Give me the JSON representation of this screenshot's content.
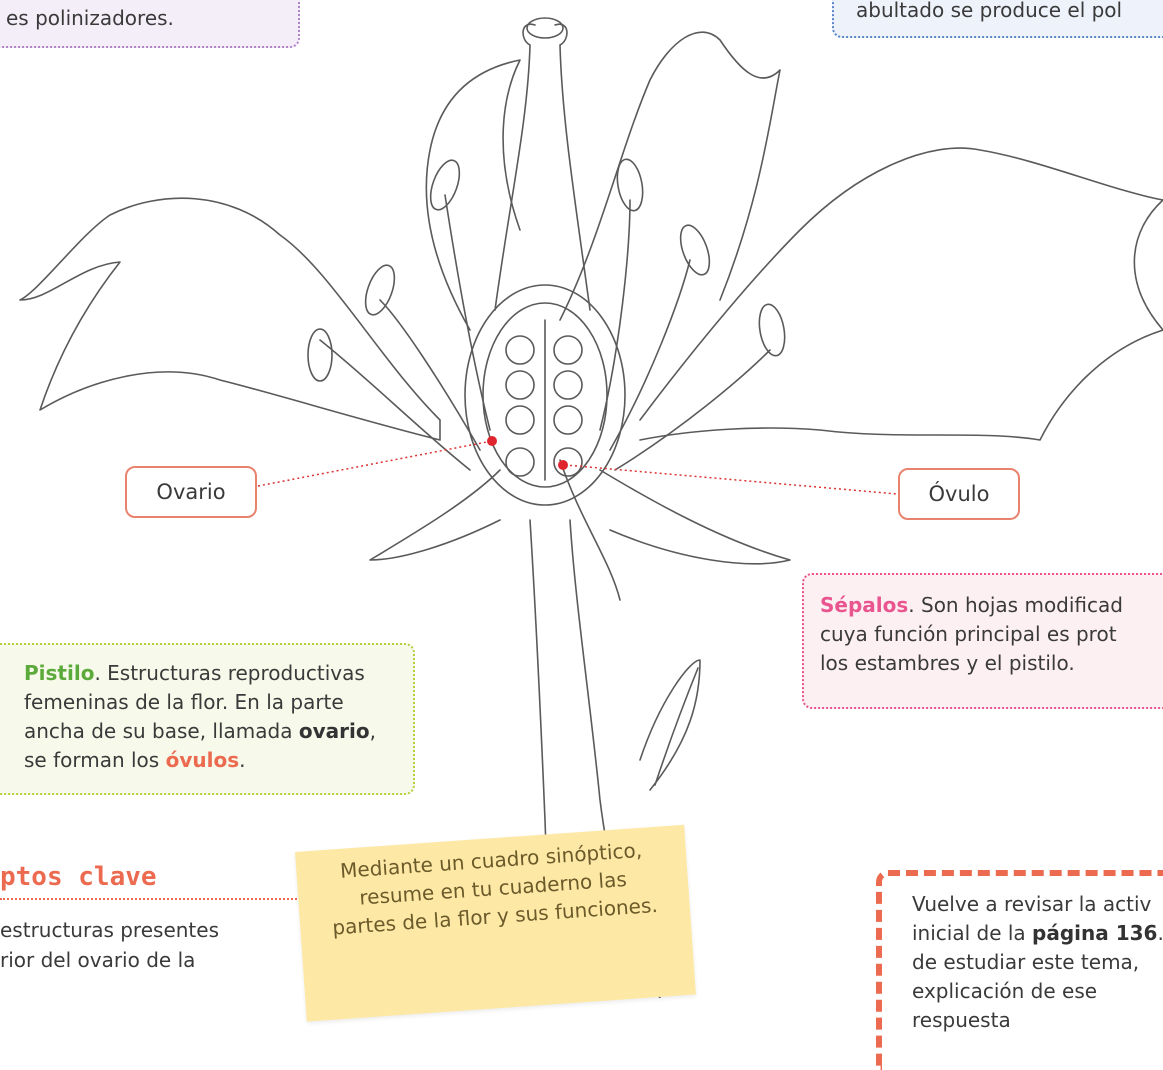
{
  "top_left_box": {
    "text": "es polinizadores."
  },
  "top_right_box": {
    "text": "abultado se produce el pol"
  },
  "labels": {
    "ovario": "Ovario",
    "ovulo": "Óvulo"
  },
  "sepalos_box": {
    "term": "Sépalos",
    "text": ". Son hojas modificad",
    "line2": "cuya función principal es prot",
    "line3": "los estambres y el pistilo."
  },
  "pistilo_box": {
    "term": "Pistilo",
    "text1": ". Estructuras reproductivas",
    "line2": "femeninas de la flor. En la parte",
    "line3a": "ancha de su base, llamada ",
    "line3b": "ovario",
    "line3c": ",",
    "line4a": "se forman los ",
    "line4b": "óvulos",
    "line4c": "."
  },
  "key_concepts": {
    "title": "ptos clave",
    "line1": "estructuras presentes",
    "line2": "rior del ovario de la"
  },
  "sticky_note": {
    "line1": "Mediante un cuadro sinóptico,",
    "line2": "resume en tu cuaderno las",
    "line3": "partes de la flor y sus funciones."
  },
  "review_box": {
    "line1": "Vuelve a revisar la activ",
    "line2a": "inicial de la ",
    "line2b": "página 136",
    "line2c": ".",
    "line3": "de estudiar este tema, ",
    "line4": "explicación de ese respuesta"
  },
  "colors": {
    "pistilo_bg": "#f7f9ea",
    "pistilo_border": "#b7cf3f",
    "sepalos_bg": "#fdf0f3",
    "sepalos_border": "#e9558f",
    "top_left_bg": "#f4eef8",
    "top_left_border": "#b182c8",
    "top_right_bg": "#eef3fb",
    "top_right_border": "#5b86c9",
    "accent": "#ec6a4f"
  }
}
